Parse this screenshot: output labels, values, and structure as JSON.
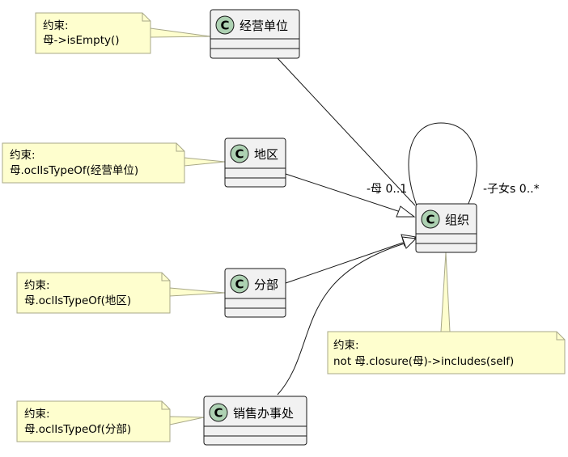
{
  "diagram": {
    "classes": {
      "jingying": {
        "stereotype": "C",
        "name": "经营单位"
      },
      "diqu": {
        "stereotype": "C",
        "name": "地区"
      },
      "fenbu": {
        "stereotype": "C",
        "name": "分部"
      },
      "xiaoshou": {
        "stereotype": "C",
        "name": "销售办事处"
      },
      "zuzhi": {
        "stereotype": "C",
        "name": "组织"
      }
    },
    "notes": {
      "jingying": {
        "line1": "约束:",
        "line2": "母->isEmpty()"
      },
      "diqu": {
        "line1": "约束:",
        "line2": "母.oclIsTypeOf(经营单位)"
      },
      "fenbu": {
        "line1": "约束:",
        "line2": "母.oclIsTypeOf(地区)"
      },
      "xiaoshou": {
        "line1": "约束:",
        "line2": "母.oclIsTypeOf(分部)"
      },
      "zuzhi": {
        "line1": "约束:",
        "line2": "not 母.closure(母)->includes(self)"
      }
    },
    "associations": {
      "parent_label": "-母 0..1",
      "children_label": "-子女s 0..*"
    },
    "colors": {
      "class_fill": "#f1f1f1",
      "class_border": "#181818",
      "circle_fill": "#add1b2",
      "note_fill": "#fefece",
      "note_border": "#a8a888",
      "line": "#181818"
    }
  }
}
